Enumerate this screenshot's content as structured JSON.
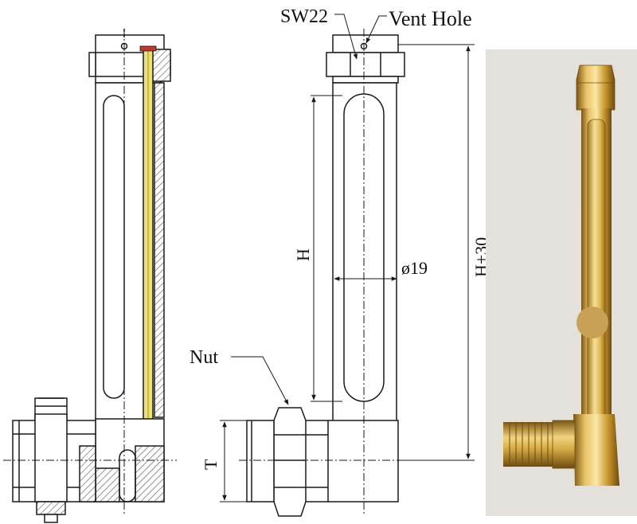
{
  "labels": {
    "sw": "SW22",
    "vent": "Vent Hole",
    "nut": "Nut",
    "h": "H",
    "dia": "ø19",
    "h30": "H+30",
    "t": "T"
  },
  "colors": {
    "line": "#1a1a1a",
    "hatch": "#555555",
    "glass": "#e9e27a",
    "glass_edge": "#b8860b",
    "seal": "#c0392b",
    "brass_light": "#f4d37a",
    "brass_mid": "#d4a93a",
    "brass_dark": "#8a6418",
    "photo_bg": "#e4e1dc"
  }
}
